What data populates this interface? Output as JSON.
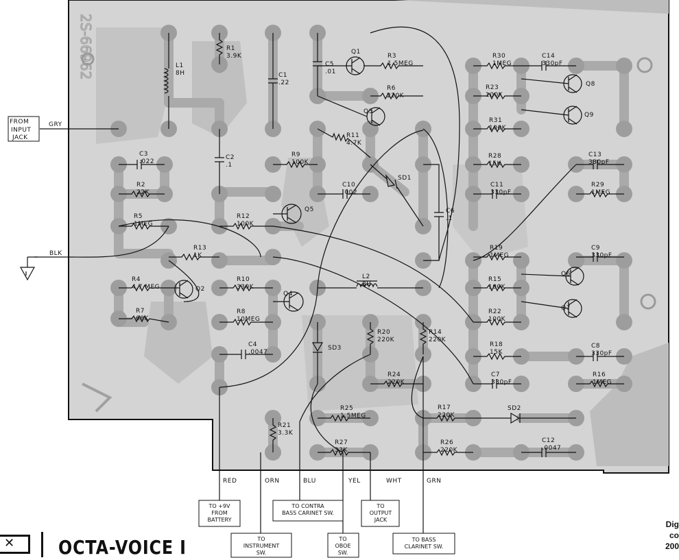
{
  "title": "OCTA-VOICE I",
  "credit": "Dig\nco\n200",
  "board_marking": "2S-66962",
  "inputs": {
    "from_input_jack": "FROM\nINPUT\nJACK",
    "gry": "GRY",
    "blk": "BLK"
  },
  "outputs": {
    "wire_colors": [
      "RED",
      "ORN",
      "BLU",
      "YEL",
      "WHT",
      "GRN"
    ],
    "to_9v": "TO +9V\nFROM\nBATTERY",
    "to_contra": "TO CONTRA\nBASS CARINET SW.",
    "to_output": "TO\nOUTPUT\nJACK",
    "to_instrument": "TO\nINSTRUMENT\nSW.",
    "to_oboe": "TO\nOBOE\nSW.",
    "to_bass_clarinet": "TO BASS\nCLARINET SW."
  },
  "components": [
    {
      "ref": "R1",
      "val": "3.9K"
    },
    {
      "ref": "L1",
      "val": "8H"
    },
    {
      "ref": "C1",
      "val": ".22"
    },
    {
      "ref": "C5",
      "val": ".01"
    },
    {
      "ref": "Q1",
      "val": ""
    },
    {
      "ref": "R3",
      "val": "1.5MEG"
    },
    {
      "ref": "R6",
      "val": "220K"
    },
    {
      "ref": "Q3",
      "val": ""
    },
    {
      "ref": "R11",
      "val": "4.7K"
    },
    {
      "ref": "C3",
      "val": ".022"
    },
    {
      "ref": "C2",
      "val": ".1"
    },
    {
      "ref": "R9",
      "val": "100K"
    },
    {
      "ref": "R2",
      "val": "22K"
    },
    {
      "ref": "C10",
      "val": ".002"
    },
    {
      "ref": "SD1",
      "val": ""
    },
    {
      "ref": "C6",
      "val": ".1"
    },
    {
      "ref": "R5",
      "val": "1MEG"
    },
    {
      "ref": "R12",
      "val": "100K"
    },
    {
      "ref": "Q5",
      "val": ""
    },
    {
      "ref": "R13",
      "val": "1K"
    },
    {
      "ref": "R4",
      "val": "4.7 MEG"
    },
    {
      "ref": "Q2",
      "val": ""
    },
    {
      "ref": "R10",
      "val": "330K"
    },
    {
      "ref": "Q4",
      "val": ""
    },
    {
      "ref": "L2",
      "val": "8H"
    },
    {
      "ref": "R7",
      "val": "68K"
    },
    {
      "ref": "R8",
      "val": "10MEG"
    },
    {
      "ref": "C4",
      "val": ".0047"
    },
    {
      "ref": "SD3",
      "val": ""
    },
    {
      "ref": "R20",
      "val": "220K"
    },
    {
      "ref": "R14",
      "val": "220K"
    },
    {
      "ref": "R24",
      "val": "220K"
    },
    {
      "ref": "R21",
      "val": "3.3K"
    },
    {
      "ref": "R25",
      "val": "1.5MEG"
    },
    {
      "ref": "R27",
      "val": "33K"
    },
    {
      "ref": "R30",
      "val": "1MEG"
    },
    {
      "ref": "C14",
      "val": "330pF"
    },
    {
      "ref": "Q8",
      "val": ""
    },
    {
      "ref": "R23",
      "val": "100K"
    },
    {
      "ref": "Q9",
      "val": ""
    },
    {
      "ref": "R31",
      "val": "100K"
    },
    {
      "ref": "R28",
      "val": "15K"
    },
    {
      "ref": "C13",
      "val": "330pF"
    },
    {
      "ref": "C11",
      "val": "330pF"
    },
    {
      "ref": "R29",
      "val": "1MEG"
    },
    {
      "ref": "R19",
      "val": "1MEG"
    },
    {
      "ref": "C9",
      "val": "330pF"
    },
    {
      "ref": "Q6",
      "val": ""
    },
    {
      "ref": "R15",
      "val": "100K"
    },
    {
      "ref": "Q7",
      "val": ""
    },
    {
      "ref": "R22",
      "val": "100K"
    },
    {
      "ref": "R18",
      "val": "15K"
    },
    {
      "ref": "C8",
      "val": "330pF"
    },
    {
      "ref": "C7",
      "val": "330pF"
    },
    {
      "ref": "R16",
      "val": "1MEG"
    },
    {
      "ref": "R17",
      "val": "220K"
    },
    {
      "ref": "SD2",
      "val": ""
    },
    {
      "ref": "R26",
      "val": "220K"
    },
    {
      "ref": "C12",
      "val": ".0047"
    }
  ]
}
